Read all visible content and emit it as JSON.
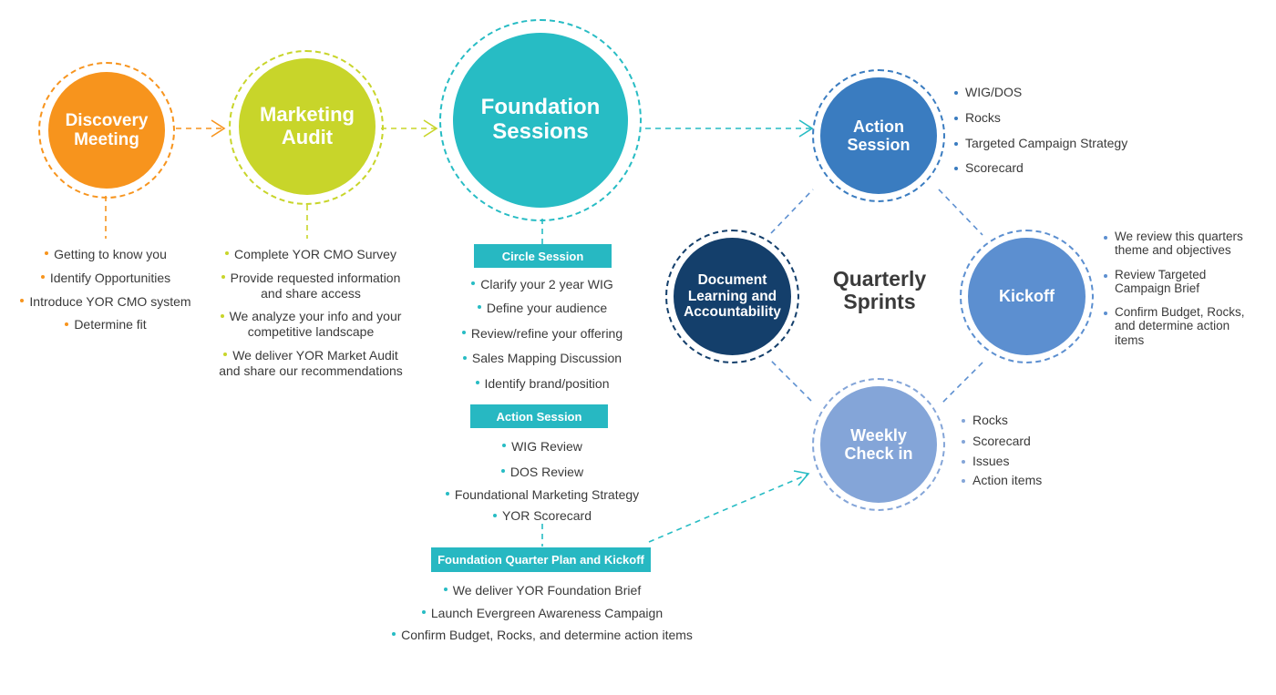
{
  "colors": {
    "discovery": "#f7941d",
    "audit": "#c8d52a",
    "foundation": "#27bcc4",
    "action_session": "#3a7cc0",
    "kickoff": "#5c8fd0",
    "weekly": "#84a5d8",
    "document": "#143f6b"
  },
  "stages": {
    "discovery": {
      "title": "Discovery Meeting",
      "items": [
        "Getting to know you",
        "Identify Opportunities",
        "Introduce YOR CMO system",
        "Determine fit"
      ]
    },
    "audit": {
      "title": "Marketing Audit",
      "items": [
        "Complete YOR CMO Survey",
        "Provide requested information and share access",
        "We analyze your info and your competitive landscape",
        "We deliver YOR Market Audit and share our recommendations"
      ]
    },
    "foundation": {
      "title": "Foundation Sessions",
      "circle_session": {
        "label": "Circle Session",
        "items": [
          "Clarify your 2 year WIG",
          "Define your audience",
          "Review/refine your offering",
          "Sales Mapping Discussion",
          "Identify brand/position"
        ]
      },
      "action_session": {
        "label": "Action Session",
        "items": [
          "WIG Review",
          "DOS Review",
          "Foundational Marketing Strategy",
          "YOR Scorecard"
        ]
      },
      "quarter_plan": {
        "label": "Foundation Quarter Plan and Kickoff",
        "items": [
          "We deliver YOR Foundation Brief",
          "Launch Evergreen Awareness Campaign",
          "Confirm Budget, Rocks, and determine action items"
        ]
      }
    },
    "sprints": {
      "title": "Quarterly Sprints",
      "action_session": {
        "title": "Action Session",
        "items": [
          "WIG/DOS",
          "Rocks",
          "Targeted Campaign Strategy",
          "Scorecard"
        ]
      },
      "kickoff": {
        "title": "Kickoff",
        "items": [
          "We review this quarters theme and objectives",
          "Review Targeted Campaign Brief",
          "Confirm Budget, Rocks, and determine action items"
        ]
      },
      "weekly": {
        "title": "Weekly Check in",
        "items": [
          "Rocks",
          "Scorecard",
          "Issues",
          "Action items"
        ]
      },
      "document": {
        "title": "Document Learning and Accountability"
      }
    }
  }
}
